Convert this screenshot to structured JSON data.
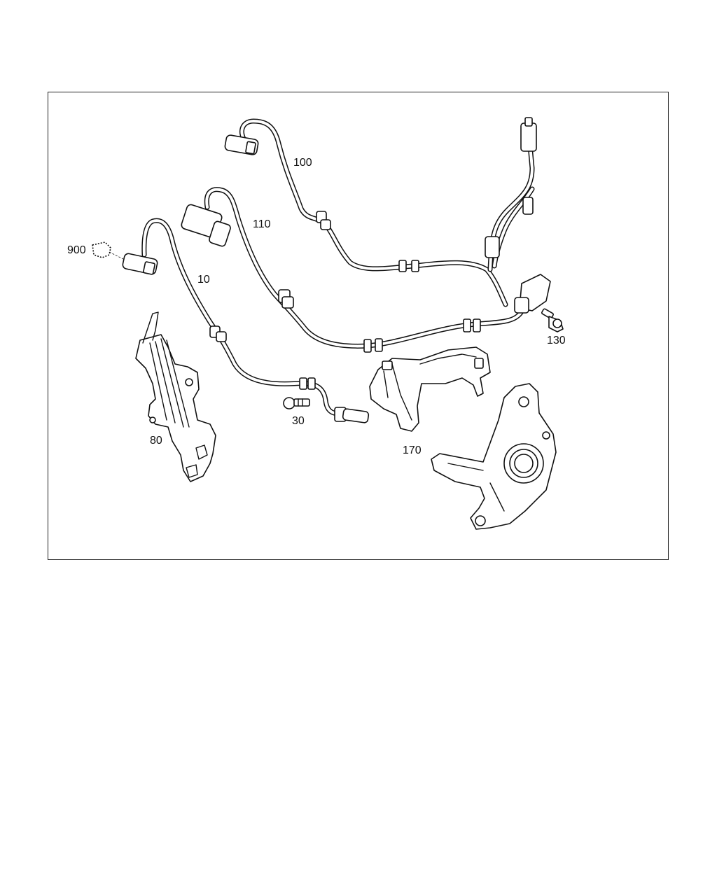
{
  "diagram": {
    "callouts": {
      "p900": "900",
      "p10": "10",
      "p100": "100",
      "p110": "110",
      "p130": "130",
      "p30": "30",
      "p80": "80",
      "p170": "170"
    },
    "colors": {
      "line": "#111111",
      "fill": "#ffffff",
      "frame": "#222222"
    }
  }
}
